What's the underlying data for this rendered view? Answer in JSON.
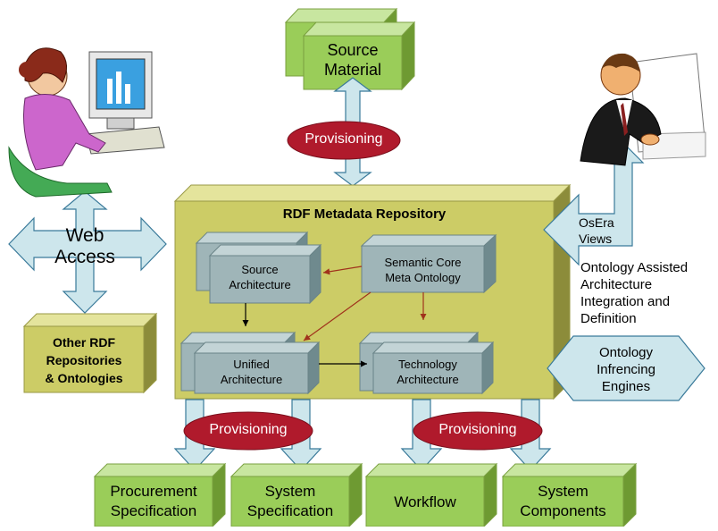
{
  "source_material": {
    "line1": "Source",
    "line2": "Material"
  },
  "repository": {
    "title": "RDF Metadata Repository"
  },
  "cubes": {
    "source_arch": {
      "line1": "Source",
      "line2": "Architecture"
    },
    "semantic_core": {
      "line1": "Semantic Core",
      "line2": "Meta Ontology"
    },
    "unified_arch": {
      "line1": "Unified",
      "line2": "Architecture"
    },
    "technology_arch": {
      "line1": "Technology",
      "line2": "Architecture"
    }
  },
  "web_access": {
    "line1": "Web",
    "line2": "Access"
  },
  "other_rdf": {
    "line1": "Other RDF",
    "line2": "Repositories",
    "line3": "& Ontologies"
  },
  "osera_views": {
    "line1": "OsEra",
    "line2": "Views"
  },
  "ontology_assisted": {
    "line1": "Ontology Assisted",
    "line2": "Architecture",
    "line3": "Integration and",
    "line4": "Definition"
  },
  "inferencing": {
    "line1": "Ontology",
    "line2": "Infrencing",
    "line3": "Engines"
  },
  "provisioning": {
    "top": "Provisioning",
    "bottom_left": "Provisioning",
    "bottom_right": "Provisioning"
  },
  "outputs": {
    "procurement": {
      "line1": "Procurement",
      "line2": "Specification"
    },
    "system_spec": {
      "line1": "System",
      "line2": "Specification"
    },
    "workflow": {
      "line1": "Workflow"
    },
    "components": {
      "line1": "System",
      "line2": "Components"
    }
  },
  "colors": {
    "green": "#9acd59",
    "olive": "#cccc66",
    "arrow_fill": "#cde6ec",
    "ellipse": "#b01a2c",
    "cube": "#9fb5b8"
  },
  "icons": [
    "woman-at-computer-icon",
    "businessman-at-computer-icon"
  ]
}
